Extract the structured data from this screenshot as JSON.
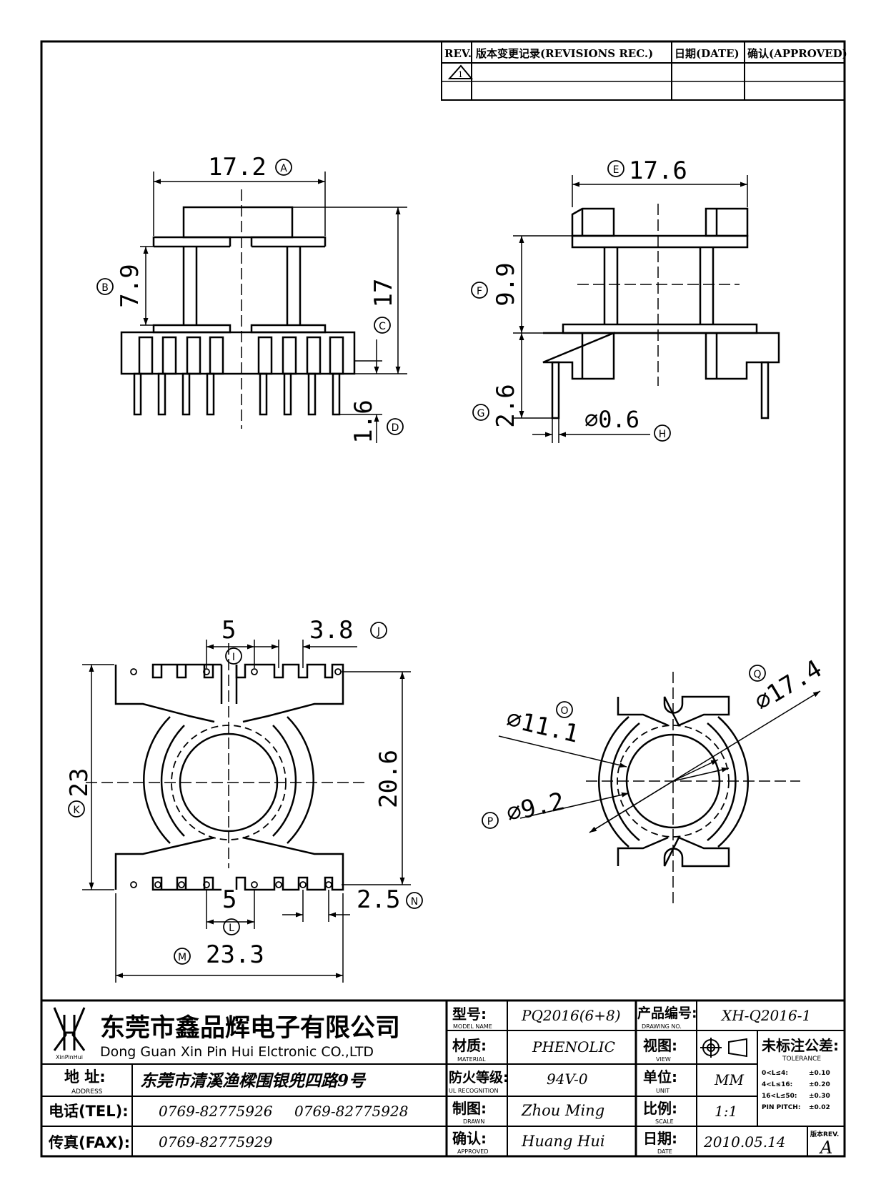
{
  "revision_table": {
    "headers": [
      "REV.",
      "版本变更记录(REVISIONS REC.)",
      "日期(DATE)",
      "确认(APPROVED)"
    ],
    "rev_mark": "1"
  },
  "dimensions": {
    "a": "17.2",
    "b": "7.9",
    "c": "17",
    "d": "1.6",
    "e": "17.6",
    "f": "9.9",
    "g": "2.6",
    "h": "⌀0.6",
    "i": "5",
    "j": "3.8",
    "k": "23",
    "height_20_6": "20.6",
    "l": "5",
    "m": "23.3",
    "n": "2.5",
    "o": "⌀11.1",
    "p": "⌀9.2",
    "q": "⌀17.4"
  },
  "labels": {
    "a": "A",
    "b": "B",
    "c": "C",
    "d": "D",
    "e": "E",
    "f": "F",
    "g": "G",
    "h": "H",
    "i": "I",
    "j": "J",
    "k": "K",
    "l": "L",
    "m": "M",
    "n": "N",
    "o": "O",
    "p": "P",
    "q": "Q"
  },
  "title_block": {
    "logo_text": "XinPinHui",
    "company_cn": "东莞市鑫品辉电子有限公司",
    "company_en": "Dong Guan Xin Pin Hui Elctronic CO.,LTD",
    "address_label": "地  址:",
    "address_sub": "ADDRESS",
    "address": "东莞市清溪渔樑围银兜四路9号",
    "tel_label": "电话(TEL):",
    "tel1": "0769-82775926",
    "tel2": "0769-82775928",
    "fax_label": "传真(FAX):",
    "fax": "0769-82775929",
    "model_label": "型号:",
    "model_sub": "MODEL NAME",
    "model": "PQ2016(6+8)",
    "material_label": "材质:",
    "material_sub": "MATERIAL",
    "material": "PHENOLIC",
    "fire_label": "防火等级:",
    "fire_sub": "UL RECOGNITION",
    "fire": "94V-0",
    "drawn_label": "制图:",
    "drawn_sub": "DRAWN",
    "drawn": "Zhou Ming",
    "approved_label": "确认:",
    "approved_sub": "APPROVED",
    "approved": "Huang Hui",
    "drawing_no_label": "产品编号:",
    "drawing_no_sub": "DRAWING NO.",
    "drawing_no": "XH-Q2016-1",
    "view_label": "视图:",
    "view_sub": "VIEW",
    "unit_label": "单位:",
    "unit_sub": "UNIT",
    "unit": "MM",
    "scale_label": "比例:",
    "scale_sub": "SCALE",
    "scale": "1:1",
    "date_label": "日期:",
    "date_sub": "DATE",
    "date": "2010.05.14",
    "tolerance_label": "未标注公差:",
    "tolerance_sub": "TOLERANCE",
    "tolerance_rows": [
      {
        "range": "0<L≤4:",
        "value": "±0.10"
      },
      {
        "range": "4<L≤16:",
        "value": "±0.20"
      },
      {
        "range": "16<L≤50:",
        "value": "±0.30"
      },
      {
        "range": "PIN PITCH:",
        "value": "±0.02"
      }
    ],
    "rev_label": "版本REV.",
    "rev": "A"
  }
}
